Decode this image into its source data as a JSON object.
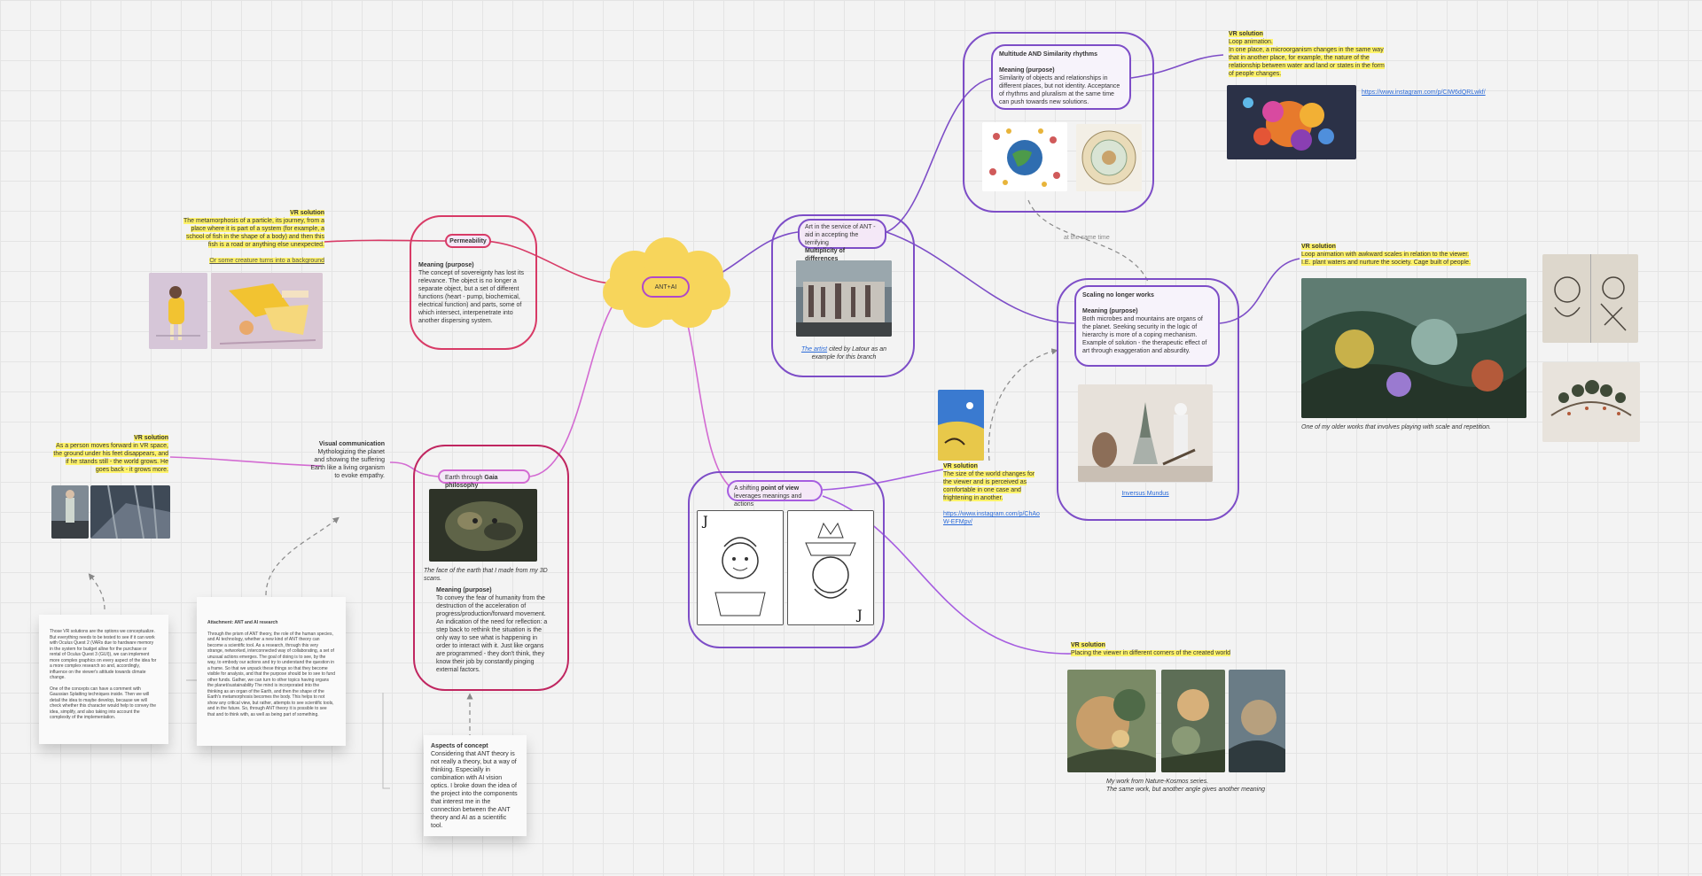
{
  "center": {
    "label": "ANT+AI"
  },
  "permeability": {
    "title": "Permeability",
    "meaning_title": "Meaning (purpose)",
    "meaning_text": "The concept of sovereignty has lost its relevance. The object is no longer a separate object, but a set of different functions (heart - pump, biochemical, electrical function) and parts, some of which intersect, interpenetrate into another dispersing system."
  },
  "vr_permeability": {
    "title": "VR solution",
    "text": "The metamorphosis of a particle, its journey, from a place where it is part of a system (for example, a school of fish in the shape of a body) and then this fish is a road or anything else unexpected.",
    "link": "Or some creature turns into a background"
  },
  "art_ant": {
    "line1": "Art in the service of ANT -",
    "line2": "aid in accepting the terrifying",
    "line3": "Multiplicity of differences",
    "caption_link": "The artist",
    "caption_rest": " cited by Latour as an example for this branch"
  },
  "multitude": {
    "title": "Multitude AND Similarity rhythms",
    "meaning_title": "Meaning (purpose)",
    "meaning_text": "Similarity of objects and relationships in different places, but not identity. Acceptance of rhythms and pluralism at the same time can push towards new solutions."
  },
  "vr_loop": {
    "title": "VR solution",
    "line1": "Loop animation.",
    "text": "In one place, a microorganism changes in the same way that in another place, for example, the nature of the relationship between water and land or states in the form of people changes.",
    "link": "https://www.instagram.com/p/CIW6dQRLwkf/"
  },
  "same_time": "at the same time",
  "scaling": {
    "title": "Scaling no longer works",
    "meaning_title": "Meaning (purpose)",
    "meaning_text": "Both microbes and mountains are organs of the planet. Seeking security in the logic of hierarchy is more of a coping mechanism. Example of solution - the therapeutic effect of art through exaggeration and absurdity.",
    "link": "Inversus Mundus"
  },
  "vr_scales": {
    "title": "VR solution",
    "line1": "Loop animation with awkward scales in relation to the viewer.",
    "line2": "I.E. plant waters and nurture the society. Cage built of people.",
    "caption": "One of my older works that involves playing with scale and repetition."
  },
  "gaia": {
    "prefix": "Earth through ",
    "bold": "Gaia philosophy",
    "caption": "The face of the earth that I made from my 3D scans.",
    "meaning_title": "Meaning (purpose)",
    "meaning_text": "To convey the fear of humanity from the destruction of the acceleration of progress/production/forward movement. An indication of the need for reflection: a step back to rethink the situation is the only way to see what is happening in order to interact with it. Just like organs are programmed - they don't think, they know their job by constantly pinging external factors."
  },
  "visual_comm": {
    "title": "Visual communication",
    "text": "Mythologizing the planet and showing the suffering Earth like a living organism to evoke empathy."
  },
  "vr_earth": {
    "title": "VR solution",
    "text": "As a person moves forward in VR space, the ground under his feet disappears, and if he stands still - the world grows. He goes back - it grows more."
  },
  "pov": {
    "line1_plain": "A shifting ",
    "line1_bold": "point of view",
    "line2": "leverages meanings and actions"
  },
  "vr_world": {
    "title": "VR solution",
    "text": "The size of the world changes for the viewer and is perceived as comfortable in one case and frightening in another.",
    "link": "https://www.instagram.com/p/ChAoW-EFMpv/"
  },
  "vr_corners": {
    "title": "VR solution",
    "text": "Placing the viewer in different corners of the created world",
    "caption1": "My work from Nature-Kosmos series.",
    "caption2": "The same work, but another angle gives another meaning"
  },
  "aspects": {
    "title": "Aspects of concept",
    "text": "Considering that ANT theory is not really a theory, but a way of thinking. Especially in combination with AI vision optics. I broke down the idea of the project into the components that interest me in the connection between the ANT theory and AI as a scientific tool."
  },
  "note1": {
    "text": "Those VR solutions are the options we conceptualize. But everything needs to be tested to see if it can work with Oculus Quest 2 (VARs due to hardware memory in the system for budget allow for the purchase or rental of Oculus Quest 3 (GUI)), we can implement more complex graphics on every aspect of the idea for a more complex research so and, accordingly, influence on the viewer's attitude towards climate change.",
    "text2": "One of the concepts can have a comment with Gaussian Splatting techniques inside. Then we will detail the idea to maybe develop, because we will check whether this character would help to convey the idea, simplify, and also taking into account the complexity of the implementation."
  },
  "note2": {
    "title": "Attachment: ANT and AI research",
    "text": "Through the prism of ANT theory, the role of the human species, and AI technology, whether a new kind of ANT theory can become a scientific tool. As a research, through this very strange, networked, interconnected way of collaborating, a set of unusual actions emerges. The goal of doing is to see, by the way, to embody our actions and try to understand the question in a frame. So that we unpack these things so that they become visible for analysis, and that the purpose should be to see to fund other funds. Gather, we can turn to other topics having organs the planet/sustainability The mind is incorporated into the thinking as an organ of the Earth, and then the shape of the Earth's metamorphosis becomes the body. This helps to not show any critical view, but rather, attempts to see scientific tools, and in the future. So, through ANT theory it is possible to see that and to think with, as well as being part of something."
  }
}
